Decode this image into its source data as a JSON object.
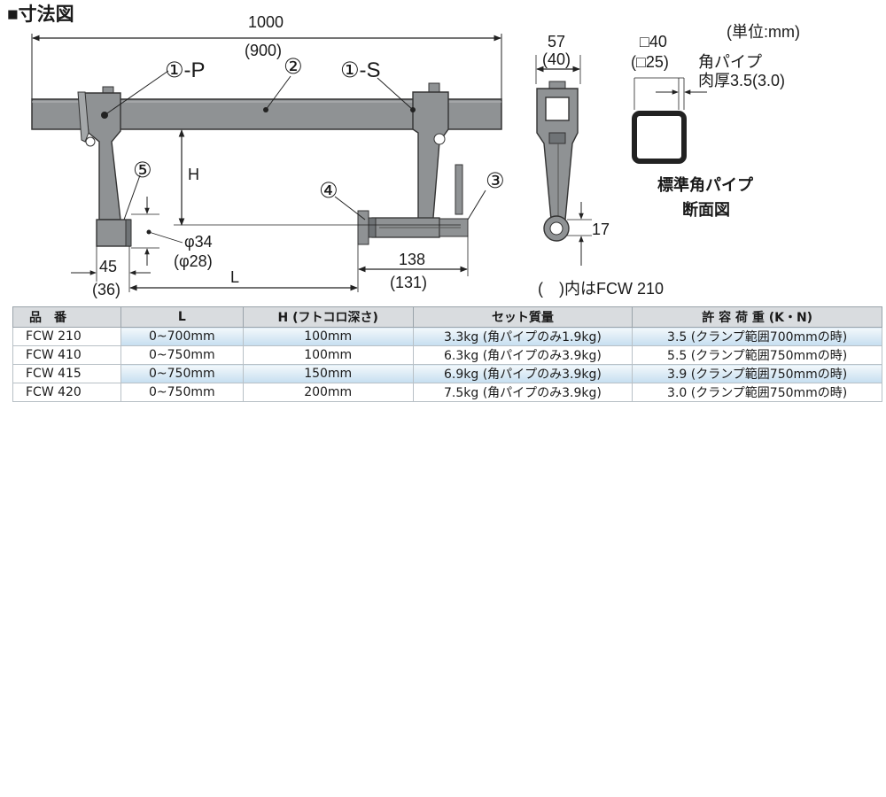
{
  "title": "■寸法図",
  "unit_note": "(単位:mm)",
  "fcw210_note": "(　)内はFCW 210",
  "dimensions": {
    "overall_length": "1000",
    "overall_length_alt": "(900)",
    "h": "H",
    "l": "L",
    "width_45": "45",
    "width_45_alt": "(36)",
    "length_138": "138",
    "length_138_alt": "(131)",
    "dia_34": "φ34",
    "dia_28": "(φ28)",
    "side_57": "57",
    "side_57_alt": "(40)",
    "dim_17": "17"
  },
  "parts": {
    "p1p": "①-P",
    "p2": "②",
    "p1s": "①-S",
    "p3": "③",
    "p4": "④",
    "p5": "⑤"
  },
  "section": {
    "square_40": "□40",
    "square_25": "(□25)",
    "pipe_label": "角パイプ",
    "thickness": "肉厚3.5(3.0)",
    "caption_line1": "標準角パイプ",
    "caption_line2": "断面図"
  },
  "table": {
    "headers": [
      "品　番",
      "L",
      "H (フトコロ深さ)",
      "セット質量",
      "許 容 荷 重 (K・N)"
    ],
    "rows": [
      [
        "FCW 210",
        "0~700mm",
        "100mm",
        "3.3kg (角パイプのみ1.9kg)",
        "3.5 (クランプ範囲700mmの時)"
      ],
      [
        "FCW 410",
        "0~750mm",
        "100mm",
        "6.3kg (角パイプのみ3.9kg)",
        "5.5 (クランプ範囲750mmの時)"
      ],
      [
        "FCW 415",
        "0~750mm",
        "150mm",
        "6.9kg (角パイプのみ3.9kg)",
        "3.9 (クランプ範囲750mmの時)"
      ],
      [
        "FCW 420",
        "0~750mm",
        "200mm",
        "7.5kg (角パイプのみ3.9kg)",
        "3.0 (クランプ範囲750mmの時)"
      ]
    ]
  },
  "colors": {
    "metal": "#8f9294",
    "metal_dark": "#555a5e",
    "row_shade": "#c6def0",
    "header_bg": "#d9dcdf"
  }
}
